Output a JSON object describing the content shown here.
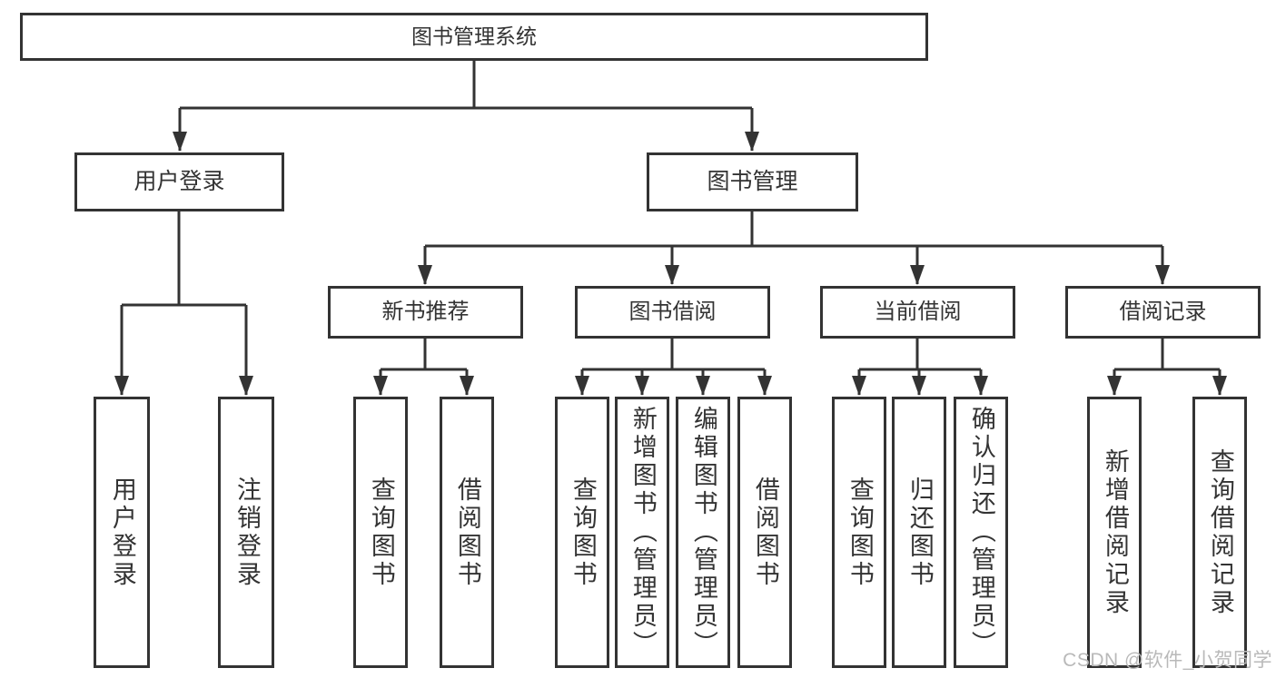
{
  "colors": {
    "line": "#333333",
    "box_border": "#333333",
    "text": "#333333",
    "background": "#ffffff",
    "watermark_text": "#b9b9b9"
  },
  "tree": {
    "root": {
      "label": "图书管理系统"
    },
    "branches": [
      {
        "label": "用户登录",
        "children": [
          "用户登录",
          "注销登录"
        ]
      },
      {
        "label": "图书管理",
        "groups": [
          {
            "label": "新书推荐",
            "children": [
              "查询图书",
              "借阅图书"
            ]
          },
          {
            "label": "图书借阅",
            "children": [
              "查询图书",
              "新增图书（管理员）",
              "编辑图书（管理员）",
              "借阅图书"
            ]
          },
          {
            "label": "当前借阅",
            "children": [
              "查询图书",
              "归还图书",
              "确认归还（管理员）"
            ]
          },
          {
            "label": "借阅记录",
            "children": [
              "新增借阅记录",
              "查询借阅记录"
            ]
          }
        ]
      }
    ]
  },
  "watermark": {
    "text": "CSDN @软件_小贺同学"
  }
}
